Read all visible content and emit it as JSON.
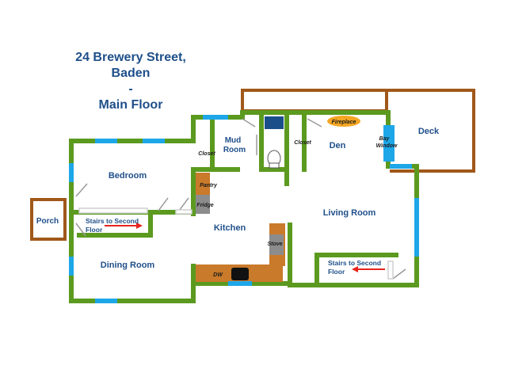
{
  "title": {
    "line1": "24 Brewery Street,",
    "line2": "Baden",
    "line3": "-",
    "line4": "Main Floor"
  },
  "rooms": {
    "porch": "Porch",
    "bedroom": "Bedroom",
    "dining_room": "Dining Room",
    "kitchen": "Kitchen",
    "mud_room_1": "Mud",
    "mud_room_2": "Room",
    "den": "Den",
    "living_room": "Living Room",
    "deck": "Deck"
  },
  "fixtures": {
    "closet_left": "Closet",
    "closet_right": "Closet",
    "pantry": "Pantry",
    "fridge": "Fridge",
    "stove": "Stove",
    "dw": "DW",
    "fireplace": "Fireplace",
    "bay_1": "Bay",
    "bay_2": "Window"
  },
  "stairs": {
    "left_1": "Stairs to Second",
    "left_2": "Floor",
    "right_1": "Stairs to Second",
    "right_2": "Floor"
  },
  "colors": {
    "wall": "#5b9a1f",
    "brown": "#a0581a",
    "window": "#1ea7e8",
    "counter": "#c97a2a",
    "appliance": "#8c8c8c",
    "text": "#1f4f8a",
    "arrow": "#e8231e",
    "fireplace": "#f5a623"
  }
}
